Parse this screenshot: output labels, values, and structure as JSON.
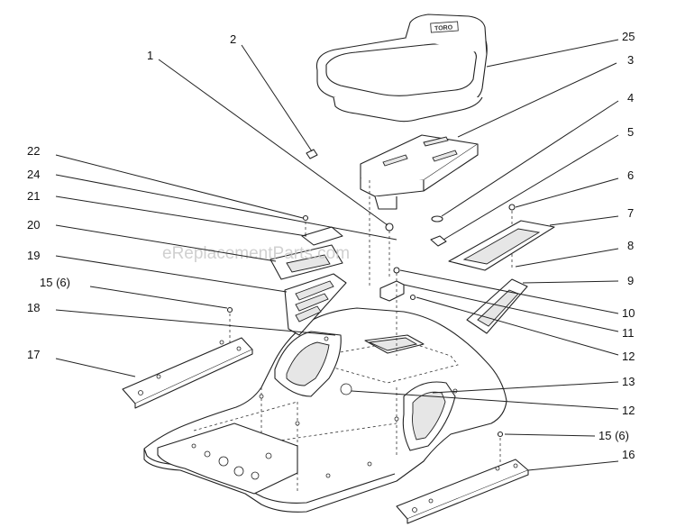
{
  "watermark": "eReplacementParts.com",
  "seat_logo": "TORO",
  "callouts": [
    {
      "id": "c1",
      "text": "1"
    },
    {
      "id": "c2",
      "text": "2"
    },
    {
      "id": "c25",
      "text": "25"
    },
    {
      "id": "c3",
      "text": "3"
    },
    {
      "id": "c4",
      "text": "4"
    },
    {
      "id": "c5",
      "text": "5"
    },
    {
      "id": "c6",
      "text": "6"
    },
    {
      "id": "c7",
      "text": "7"
    },
    {
      "id": "c8",
      "text": "8"
    },
    {
      "id": "c9",
      "text": "9"
    },
    {
      "id": "c10",
      "text": "10"
    },
    {
      "id": "c11",
      "text": "11"
    },
    {
      "id": "c12a",
      "text": "12"
    },
    {
      "id": "c13",
      "text": "13"
    },
    {
      "id": "c12b",
      "text": "12"
    },
    {
      "id": "c15b",
      "text": "15 (6)"
    },
    {
      "id": "c16",
      "text": "16"
    },
    {
      "id": "c22",
      "text": "22"
    },
    {
      "id": "c24",
      "text": "24"
    },
    {
      "id": "c21",
      "text": "21"
    },
    {
      "id": "c20",
      "text": "20"
    },
    {
      "id": "c19",
      "text": "19"
    },
    {
      "id": "c15a",
      "text": "15 (6)"
    },
    {
      "id": "c18",
      "text": "18"
    },
    {
      "id": "c17",
      "text": "17"
    }
  ]
}
